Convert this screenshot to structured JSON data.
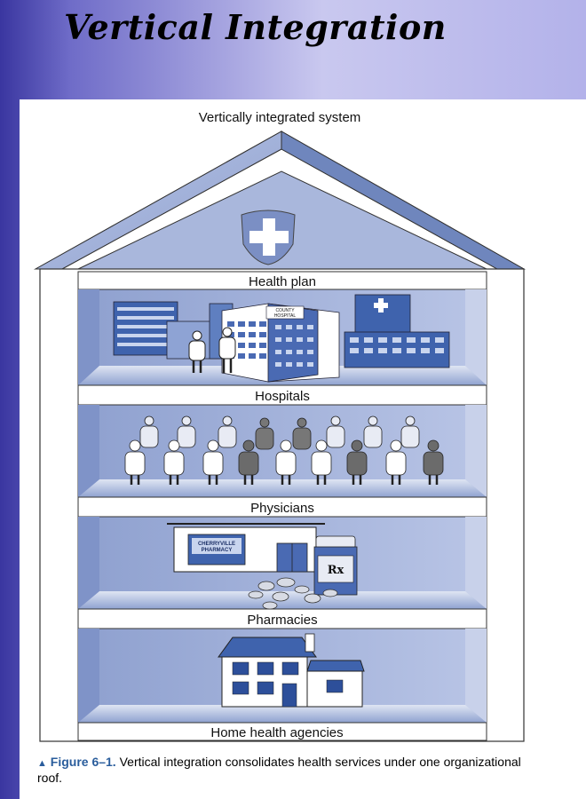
{
  "slide": {
    "title": "Vertical Integration"
  },
  "figure": {
    "system_label": "Vertically integrated system",
    "floors": [
      {
        "label": "Health plan"
      },
      {
        "label": "Hospitals"
      },
      {
        "label": "Physicians"
      },
      {
        "label": "Pharmacies"
      },
      {
        "label": "Home health agencies"
      }
    ],
    "hospital_sign": "COUNTY HOSPITAL",
    "pharmacy_sign": "CHERRYVILLE PHARMACY",
    "rx_label": "Rx",
    "caption": {
      "marker": "▲",
      "figure_number": "Figure 6–1.",
      "text": "Vertical integration consolidates health services under one organizational roof."
    }
  },
  "colors": {
    "roof_blue": "#6f86bd",
    "interior_blue": "#a9b7dc",
    "dark_blue": "#2d4f9a",
    "background_left": "#3a36a0",
    "background_right": "#c9c8ef"
  },
  "icons": [
    "medical-cross-icon",
    "hospital-buildings-icon",
    "physician-figures-icon",
    "pharmacy-storefront-icon",
    "rx-bottle-icon",
    "pills-icon",
    "house-icon"
  ]
}
